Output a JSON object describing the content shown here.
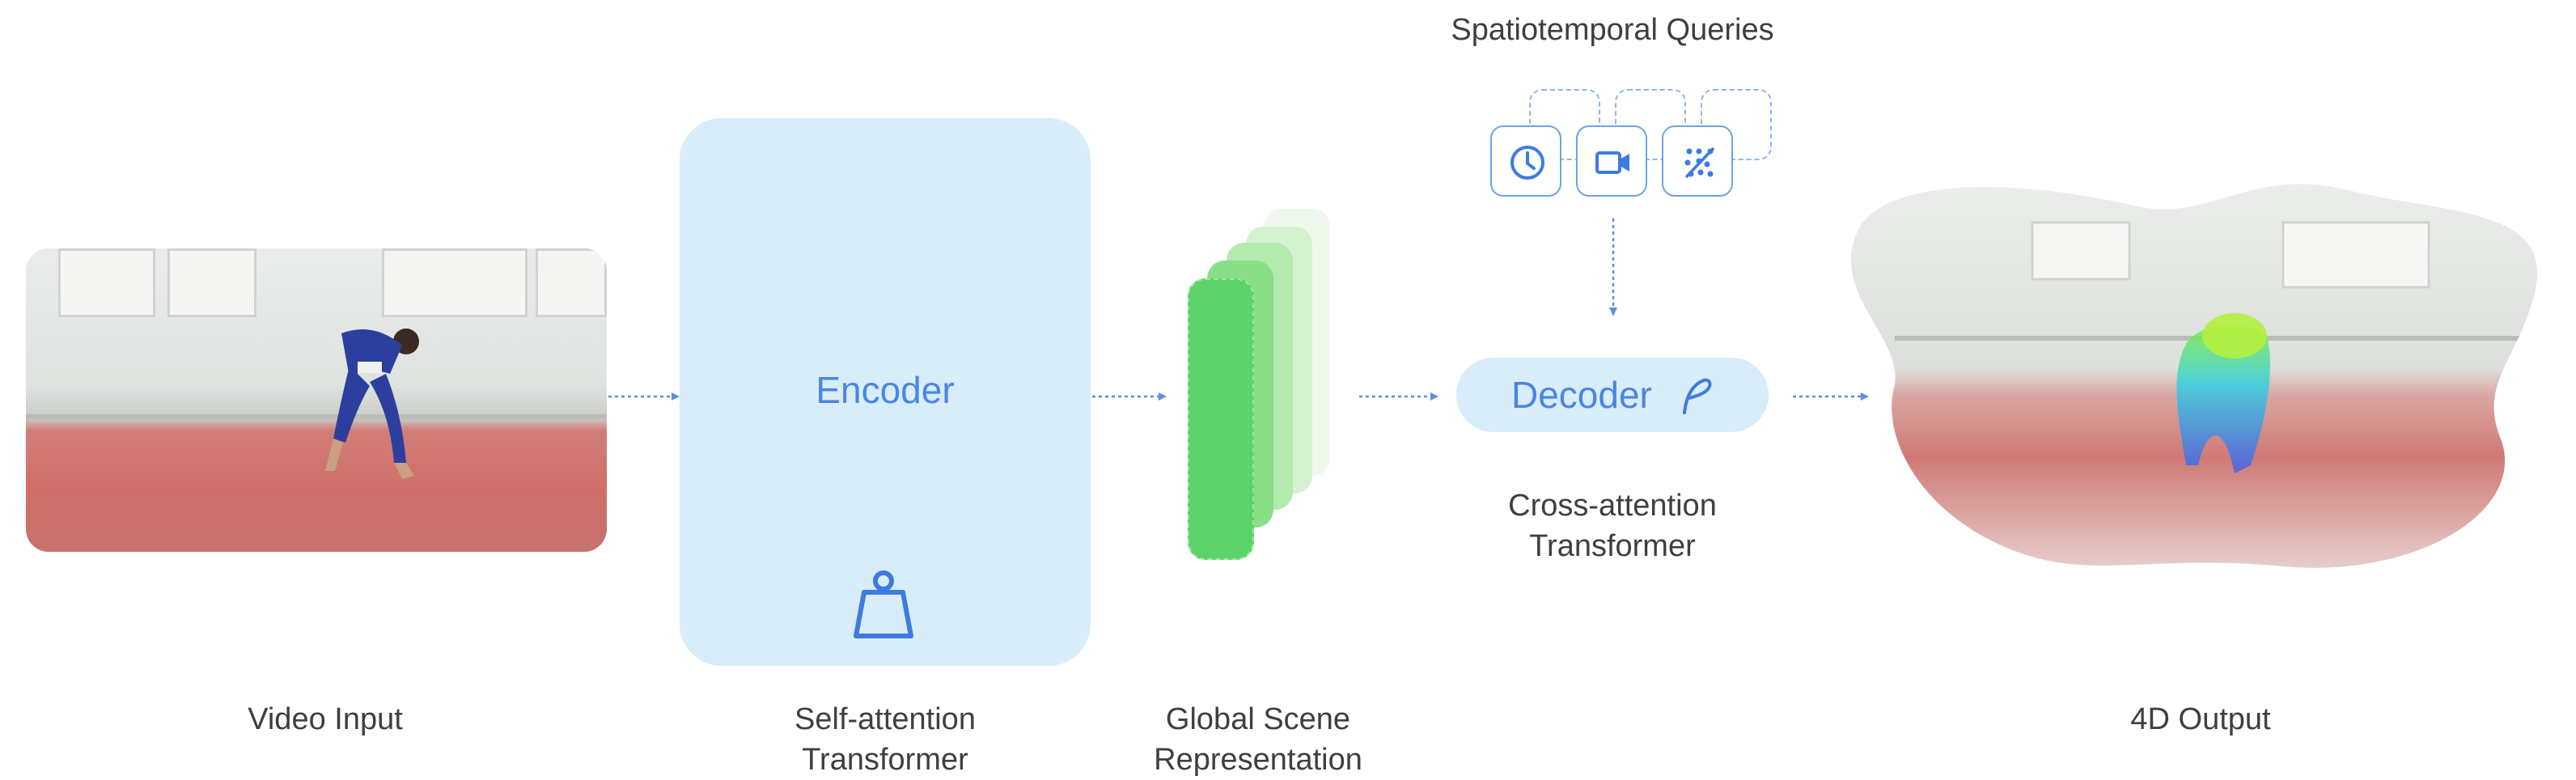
{
  "labels": {
    "video_input": "Video Input",
    "encoder_sub_1": "Self-attention",
    "encoder_sub_2": "Transformer",
    "global_1": "Global Scene",
    "global_2": "Representation",
    "queries": "Spatiotemporal Queries",
    "decoder_sub_1": "Cross-attention",
    "decoder_sub_2": "Transformer",
    "output": "4D Output"
  },
  "encoder": {
    "title": "Encoder"
  },
  "decoder": {
    "title": "Decoder"
  },
  "colors": {
    "accent_blue": "#4a86e0",
    "box_fill": "#d8ecfa",
    "layer_green": "#5cd36a",
    "text": "#3c4043"
  },
  "icons": [
    "clock-icon",
    "video-camera-icon",
    "scatter-points-icon",
    "weight-icon",
    "feather-icon"
  ]
}
